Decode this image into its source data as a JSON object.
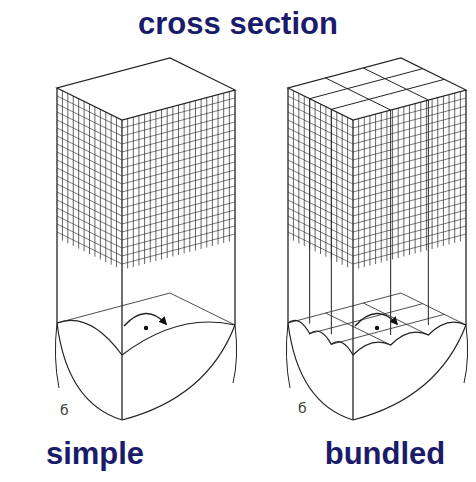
{
  "diagram": {
    "title": "cross section",
    "labels": [
      "б",
      "simple",
      "б",
      "bundled"
    ]
  }
}
